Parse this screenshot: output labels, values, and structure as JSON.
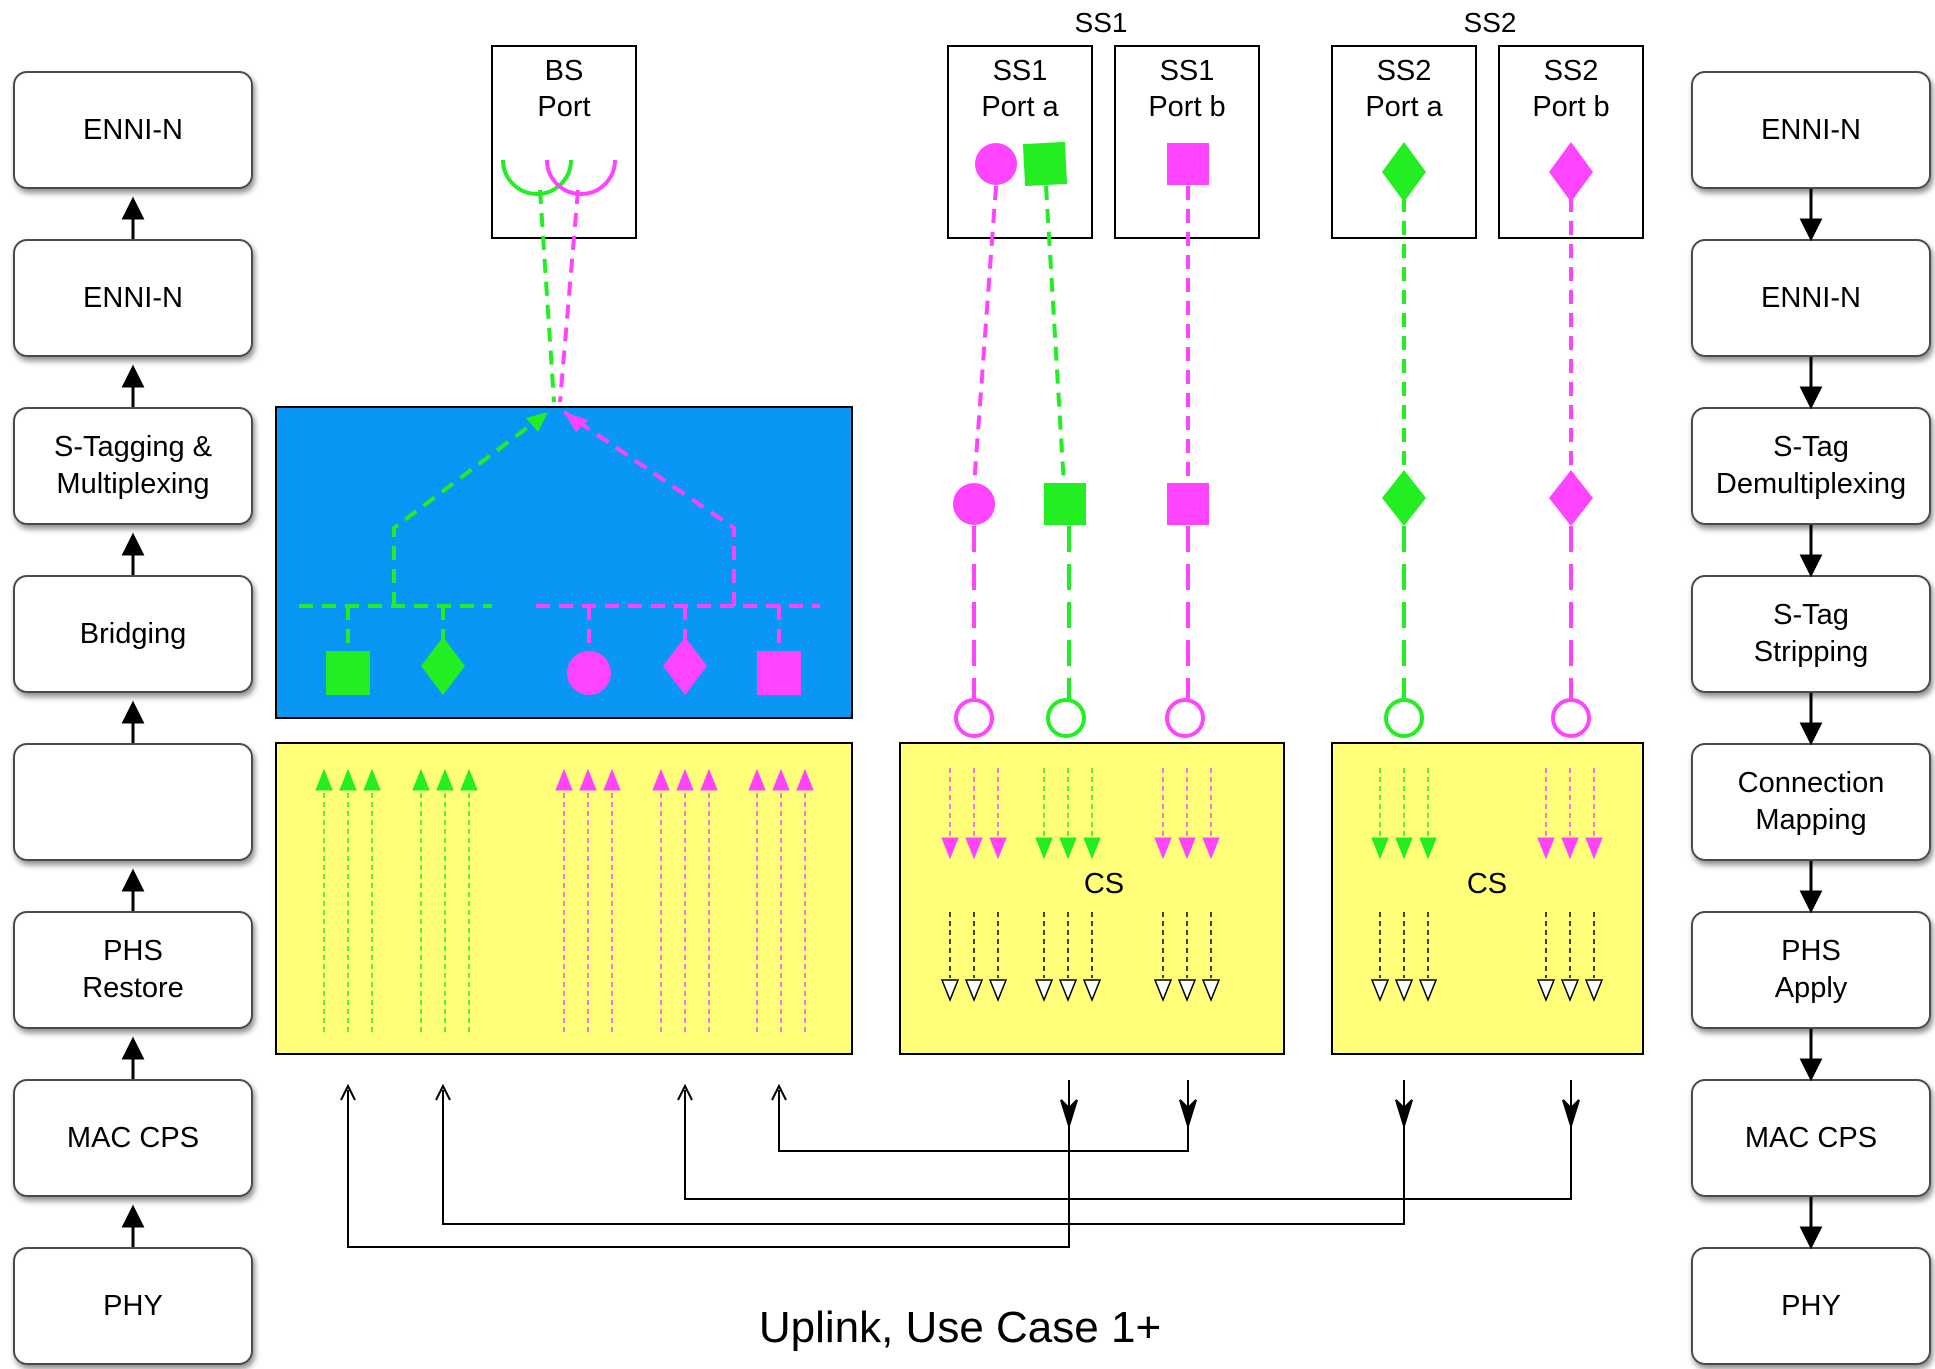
{
  "left_stack": [
    {
      "label": "ENNI-N",
      "style": "purple"
    },
    {
      "label": "ENNI-N",
      "style": "purple"
    },
    {
      "label": "S-Tagging &\nMultiplexing",
      "style": "lblue"
    },
    {
      "label": "Bridging",
      "style": "lblue"
    },
    {
      "label": "",
      "style": "yellow"
    },
    {
      "label": "PHS\nRestore",
      "style": "yellow"
    },
    {
      "label": "MAC CPS",
      "style": "green"
    },
    {
      "label": "PHY",
      "style": "grey"
    }
  ],
  "right_stack": [
    {
      "label": "ENNI-N",
      "style": "purple"
    },
    {
      "label": "ENNI-N",
      "style": "purple"
    },
    {
      "label": "S-Tag\nDemultiplexing",
      "style": "lblue"
    },
    {
      "label": "S-Tag\nStripping",
      "style": "lblue"
    },
    {
      "label": "Connection\nMapping",
      "style": "yellow"
    },
    {
      "label": "PHS\nApply",
      "style": "yellow"
    },
    {
      "label": "MAC CPS",
      "style": "green"
    },
    {
      "label": "PHY",
      "style": "grey"
    }
  ],
  "groups": {
    "ss1": "SS1",
    "ss2": "SS2"
  },
  "ports": {
    "bs": "BS\nPort",
    "ss1a": "SS1\nPort a",
    "ss1b": "SS1\nPort b",
    "ss2a": "SS2\nPort a",
    "ss2b": "SS2\nPort b"
  },
  "cs_labels": {
    "ss1": "CS",
    "ss2": "CS"
  },
  "caption": "Uplink, Use Case 1+",
  "colors": {
    "green": "#22ee22",
    "magenta": "#ff44ff",
    "bridge_blue": "#0a96f5",
    "yellow_panel": "#ffff7a",
    "arrow_black": "#000000"
  },
  "flow_shapes": [
    "circle-icon",
    "square-icon",
    "diamond-icon"
  ]
}
